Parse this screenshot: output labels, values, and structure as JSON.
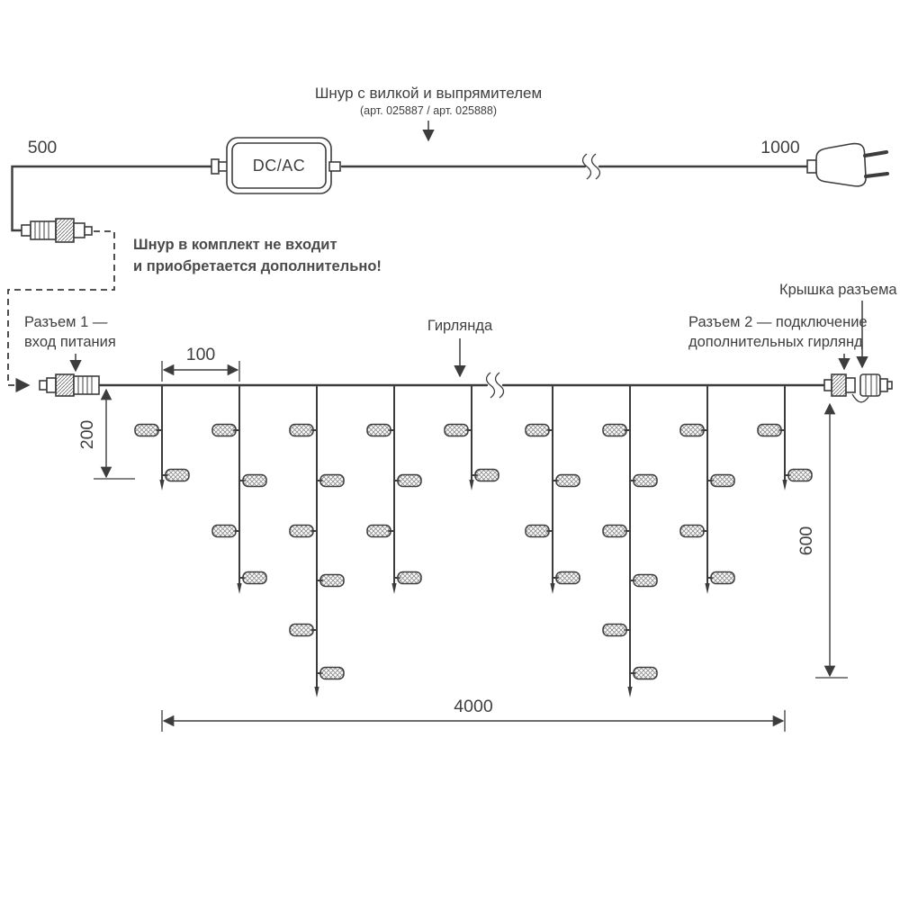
{
  "diagram": {
    "cord": {
      "title": "Шнур с вилкой и выпрямителем",
      "subtitle": "(арт. 025887 / арт. 025888)",
      "converter_label": "DC/AC",
      "dim_left": "500",
      "dim_right": "1000"
    },
    "note": {
      "line1": "Шнур в комплект не входит",
      "line2": "и приобретается дополнительно!"
    },
    "garland": {
      "connector1_line1": "Разъем 1 —",
      "connector1_line2": "вход питания",
      "garland_label": "Гирлянда",
      "connector2_line1": "Разъем 2 — подключение",
      "connector2_line2": "дополнительных гирлянд",
      "cap_label": "Крышка разъема",
      "dim_spacing": "100",
      "dim_first_drop": "200",
      "dim_height": "600",
      "dim_width": "4000"
    },
    "colors": {
      "line": "#3c3c3c",
      "text": "#3f3f3f"
    }
  }
}
